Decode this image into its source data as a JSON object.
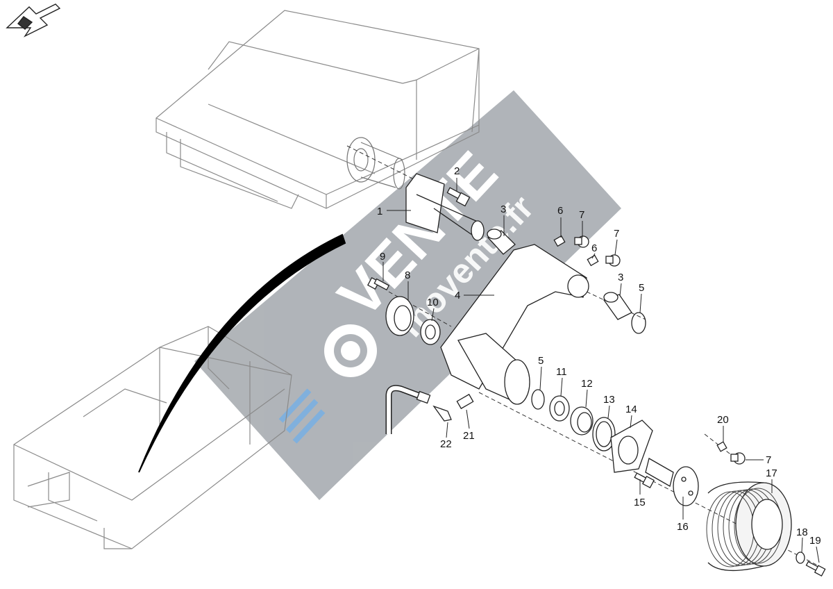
{
  "diagram": {
    "callouts": {
      "c1": "1",
      "c2": "2",
      "c3a": "3",
      "c3b": "3",
      "c4": "4",
      "c5a": "5",
      "c5b": "5",
      "c6a": "6",
      "c6b": "6",
      "c7a": "7",
      "c7b": "7",
      "c7c": "7",
      "c8": "8",
      "c9": "9",
      "c10": "10",
      "c11": "11",
      "c12": "12",
      "c13": "13",
      "c14": "14",
      "c15": "15",
      "c16": "16",
      "c17": "17",
      "c18": "18",
      "c19": "19",
      "c20": "20",
      "c21": "21",
      "c22": "22"
    }
  },
  "watermark": {
    "brand": "VENTE",
    "site": "movente.fr",
    "color": "#9aa0a6",
    "accent": "#6aa3d8"
  },
  "nav_icon": "back-arrow-icon",
  "colors": {
    "line": "#2a2a2a",
    "frame": "#8a8a8a",
    "arrow": "#000000"
  }
}
